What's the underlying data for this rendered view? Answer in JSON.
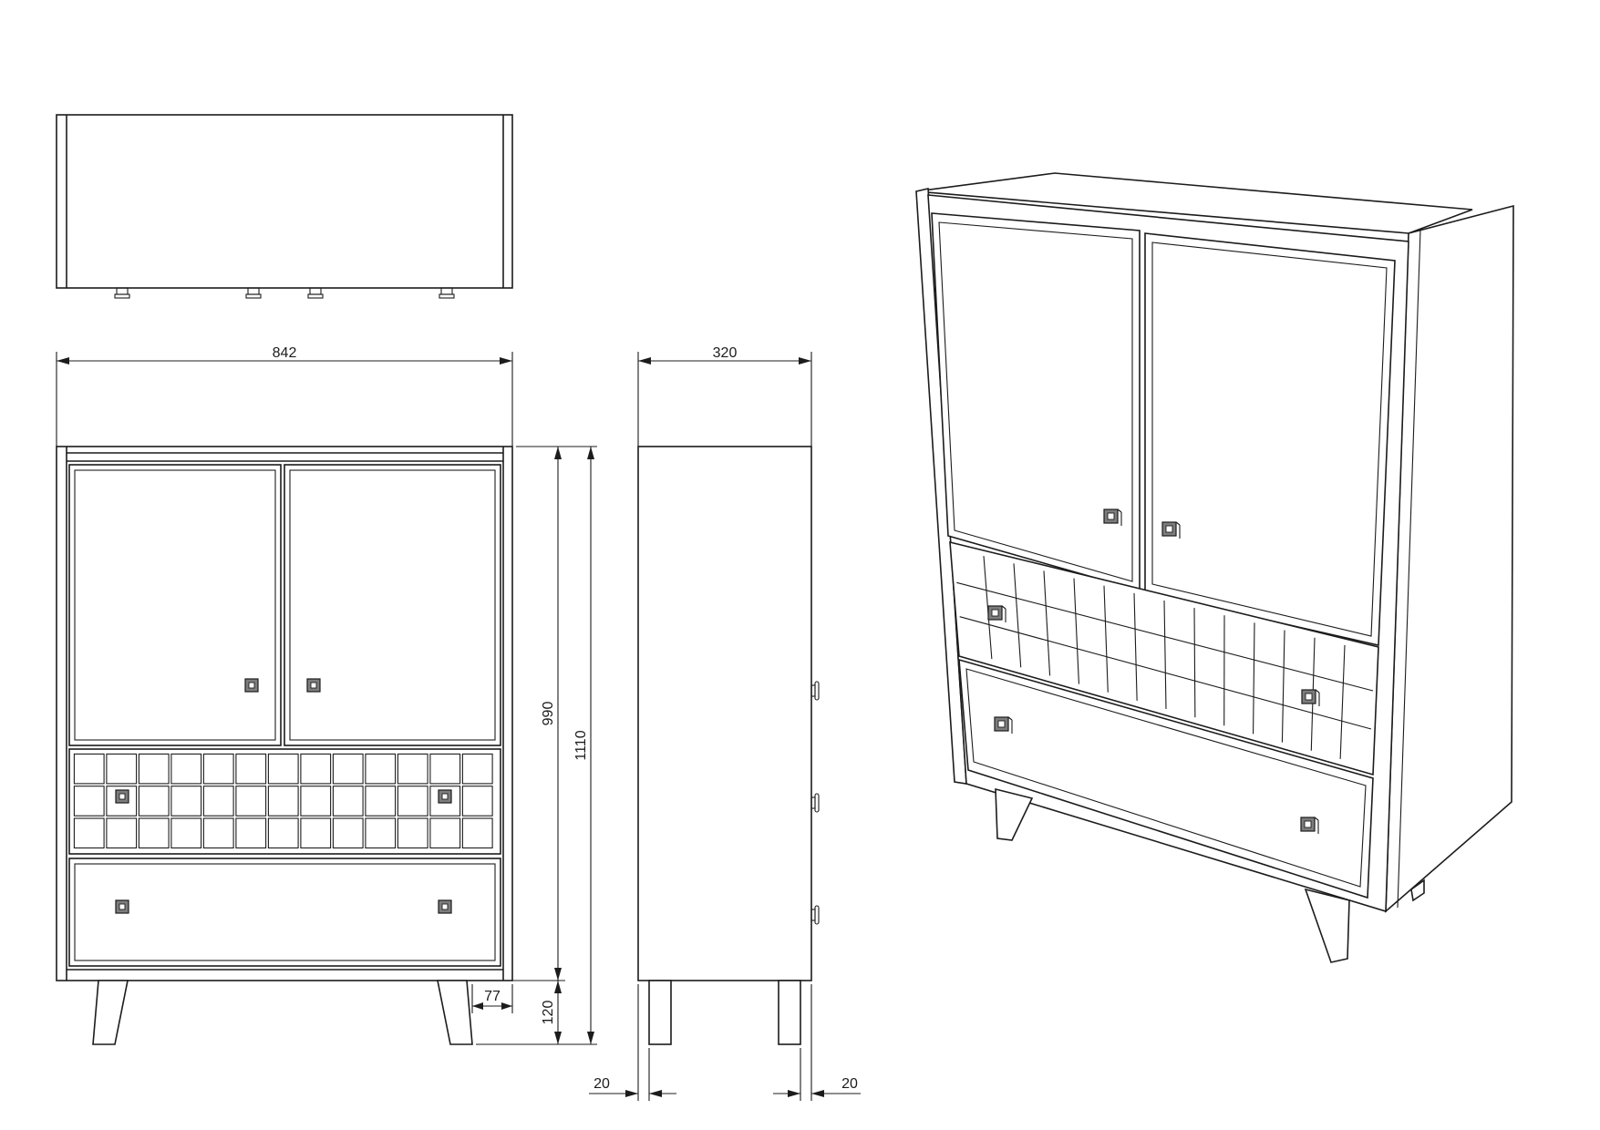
{
  "dimensions": {
    "overall_width": "842",
    "depth": "320",
    "body_height": "990",
    "overall_height": "1110",
    "leg_height": "120",
    "leg_inset": "77",
    "leg_offset_left": "20",
    "leg_offset_right": "20"
  },
  "colors": {
    "line": "#1c1c1c",
    "knob_fill": "#7d7d7d",
    "background": "#ffffff"
  },
  "views": [
    "top-view",
    "front-view",
    "side-view",
    "perspective-view"
  ]
}
